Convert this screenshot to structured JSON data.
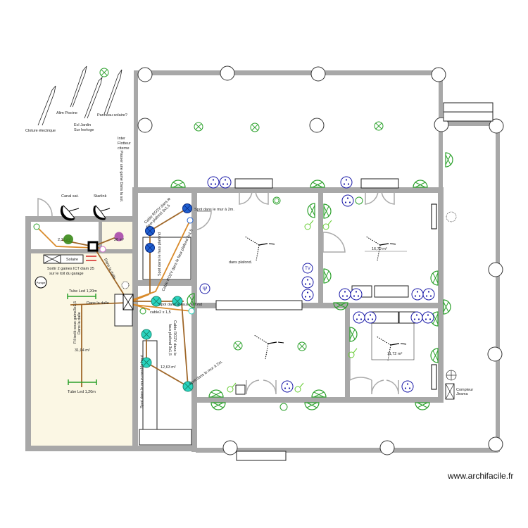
{
  "watermark": "www.archifacile.fr",
  "exterior_labels": {
    "cloture": "Cloture électrique",
    "alim_piscine": "Alim Piscine",
    "ecl_jardin_1": "Ecl Jardin",
    "ecl_jardin_2": "Sur horloge",
    "panneau": "Panneau solaire?",
    "inter_1": "Inter",
    "inter_2": "Flotteur",
    "inter_3": "citerne",
    "passer_gaine": "Passer une gaine Dans la sol.",
    "canal_sat": "Canal sat.",
    "starlink": "Starlink"
  },
  "garage": {
    "area_small_green": "2,37 m²",
    "area_small_purple": "26 m²",
    "solaire": "Solaire",
    "sortir_1": "Sortir 2 gaines ICT diam 25",
    "sortir_2": "sur le toit du garage",
    "pompe": "Pompe",
    "dans_la_dalle_1": "Dans la dalle",
    "dans_la_dalle_2": "Dans la dalle",
    "tube_led_top": "Tube Led 1,20m",
    "tube_led_bottom": "Tube Led 1,20m",
    "fil_1": "Fil isolé sous gaine3x1,5",
    "fil_2": "Dans la dalle",
    "area": "31,04 m²"
  },
  "kitchen": {
    "cable_top_1": "Cable RO2V dans le",
    "cable_top_2": "faux plafond 3x1,5",
    "spot_faux_plafond_v": "Spot dans le faux plafond",
    "cable_diag": "Cable RO2V dans le faux plafond 2x1,5",
    "spot_faux_plafond_h": "Spot dans le faux plafond",
    "cable2": "cable2 x 1,5",
    "cable_right_1": "Cable RO2V dans le",
    "cable_right_2": "faux plafond 3x1,5",
    "area": "12,63 m²",
    "spot_sous_meuble": "Spot dans le sous meuble haut",
    "spot_mur": "Spot dans le mur à 2m."
  },
  "living": {
    "spot_mur": "Spot dans le mur à 2m.",
    "dans_plafond": "dans plafond.",
    "tv": "TV"
  },
  "bedroom1": {
    "area": "16,79 m²"
  },
  "bedroom2": {
    "area": "11,72 m²"
  },
  "meter": {
    "label_1": "Compteur",
    "label_2": "Jirama"
  },
  "colors": {
    "wall": "#a8a8a8",
    "garage_floor": "#fbf7e4",
    "light_green": "#2aa02a",
    "socket_blue": "#1a1aa8",
    "cable_orange": "#d98a2a",
    "cable_brown": "#a0682a",
    "spot_cyan": "#2ad4c0",
    "spot_blue": "#1f5fd0",
    "pink": "#d070d0"
  }
}
